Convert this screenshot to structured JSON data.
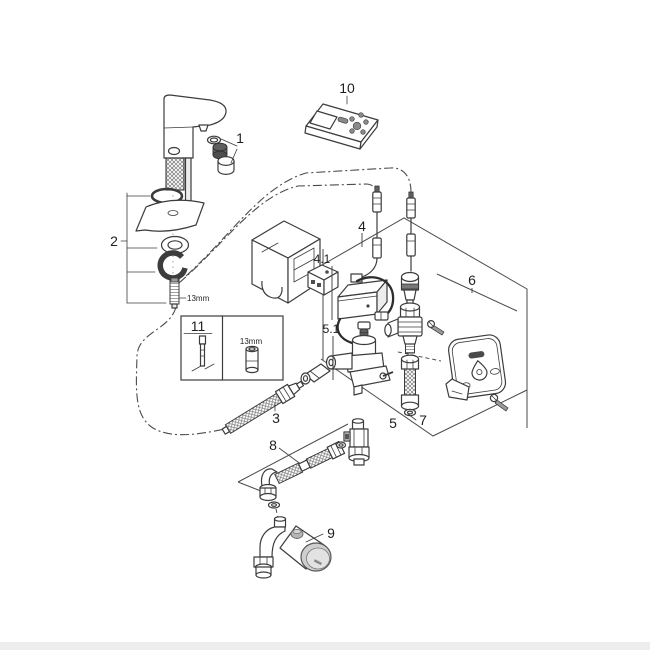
{
  "page": {
    "background": "#ffffff",
    "bottom_bar_color": "#ededed"
  },
  "diagram": {
    "line_color": "#3c3c3c",
    "accent_gray": "#cfcfcf",
    "labels": {
      "p1": "1",
      "p2": "2",
      "p3": "3",
      "p4": "4",
      "p4_1": "4.1",
      "p5": "5",
      "p5_1": "5.1",
      "p6": "6",
      "p7": "7",
      "p8": "8",
      "p9": "9",
      "p10": "10",
      "p11": "11",
      "wrench_size_faucet": "13mm",
      "wrench_size_tool": "13mm"
    }
  }
}
